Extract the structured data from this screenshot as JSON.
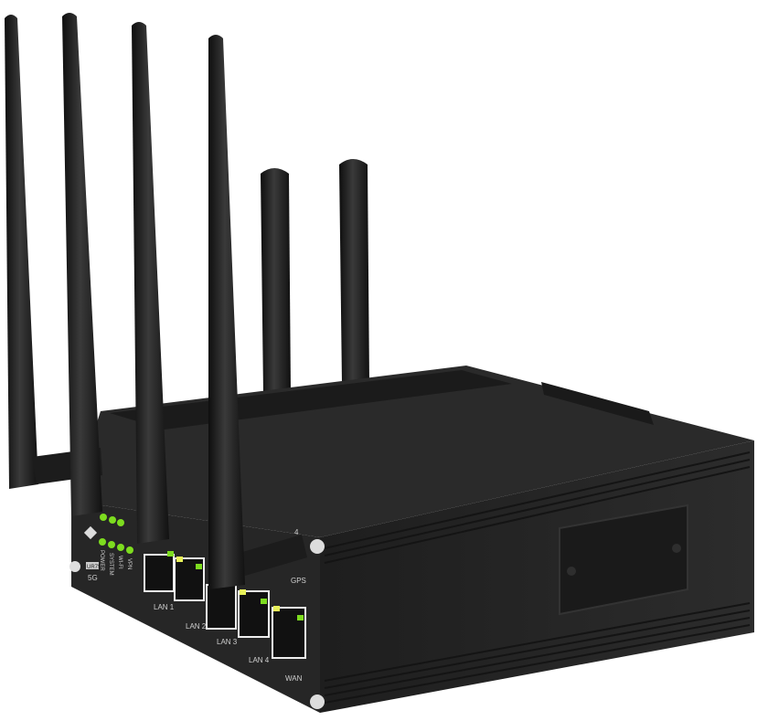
{
  "product": {
    "model_badge": "UR75",
    "network_label": "5G",
    "antenna_port_number": "4",
    "gps_label": "GPS"
  },
  "indicators": [
    {
      "label": "POWER",
      "color": "#7ddc1f"
    },
    {
      "label": "SYSTEM",
      "color": "#7ddc1f"
    },
    {
      "label": "WI-FI",
      "color": "#7ddc1f"
    },
    {
      "label": "VPN",
      "color": "#7ddc1f"
    }
  ],
  "ports": [
    {
      "label": "LAN 1"
    },
    {
      "label": "LAN 2"
    },
    {
      "label": "LAN 3"
    },
    {
      "label": "LAN 4"
    },
    {
      "label": "WAN"
    }
  ],
  "colors": {
    "body": "#232323",
    "led_green": "#7ddc1f",
    "led_yellow": "#e8f25a",
    "background": "#ffffff"
  }
}
